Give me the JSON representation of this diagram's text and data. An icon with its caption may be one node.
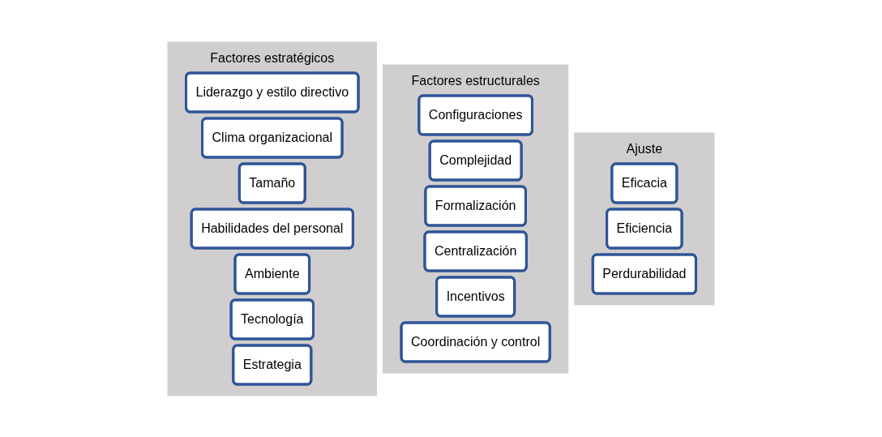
{
  "diagram": {
    "nodes": [
      {
        "text": [
          "Factores estratégicos"
        ]
      },
      {
        "text": [
          "Liderazgo y estilo directivo"
        ],
        "in": 0
      },
      {
        "text": [
          "Clima organizacional"
        ],
        "in": 0
      },
      {
        "text": [
          "Tamaño"
        ],
        "in": 0
      },
      {
        "text": [
          "Habilidades del personal"
        ],
        "in": 0
      },
      {
        "text": [
          "Ambiente"
        ],
        "in": 0
      },
      {
        "text": [
          "Tecnología"
        ],
        "in": 0
      },
      {
        "text": [
          "Estrategia"
        ],
        "in": 0
      },
      {
        "text": [
          "Factores estructurales"
        ]
      },
      {
        "text": [
          "Configuraciones"
        ],
        "in": 8
      },
      {
        "text": [
          "Complejidad"
        ],
        "in": 8
      },
      {
        "text": [
          "Formalización"
        ],
        "in": 8
      },
      {
        "text": [
          "Centralización"
        ],
        "in": 8
      },
      {
        "text": [
          "Incentivos"
        ],
        "in": 8
      },
      {
        "text": [
          "Coordinación y control"
        ],
        "in": 8
      },
      {
        "text": [
          "Ajuste"
        ]
      },
      {
        "text": [
          "Eficacia"
        ],
        "in": 15
      },
      {
        "text": [
          "Eficiencia"
        ],
        "in": 15
      },
      {
        "text": [
          "Perdurabilidad"
        ],
        "in": 15
      }
    ],
    "edges": []
  }
}
